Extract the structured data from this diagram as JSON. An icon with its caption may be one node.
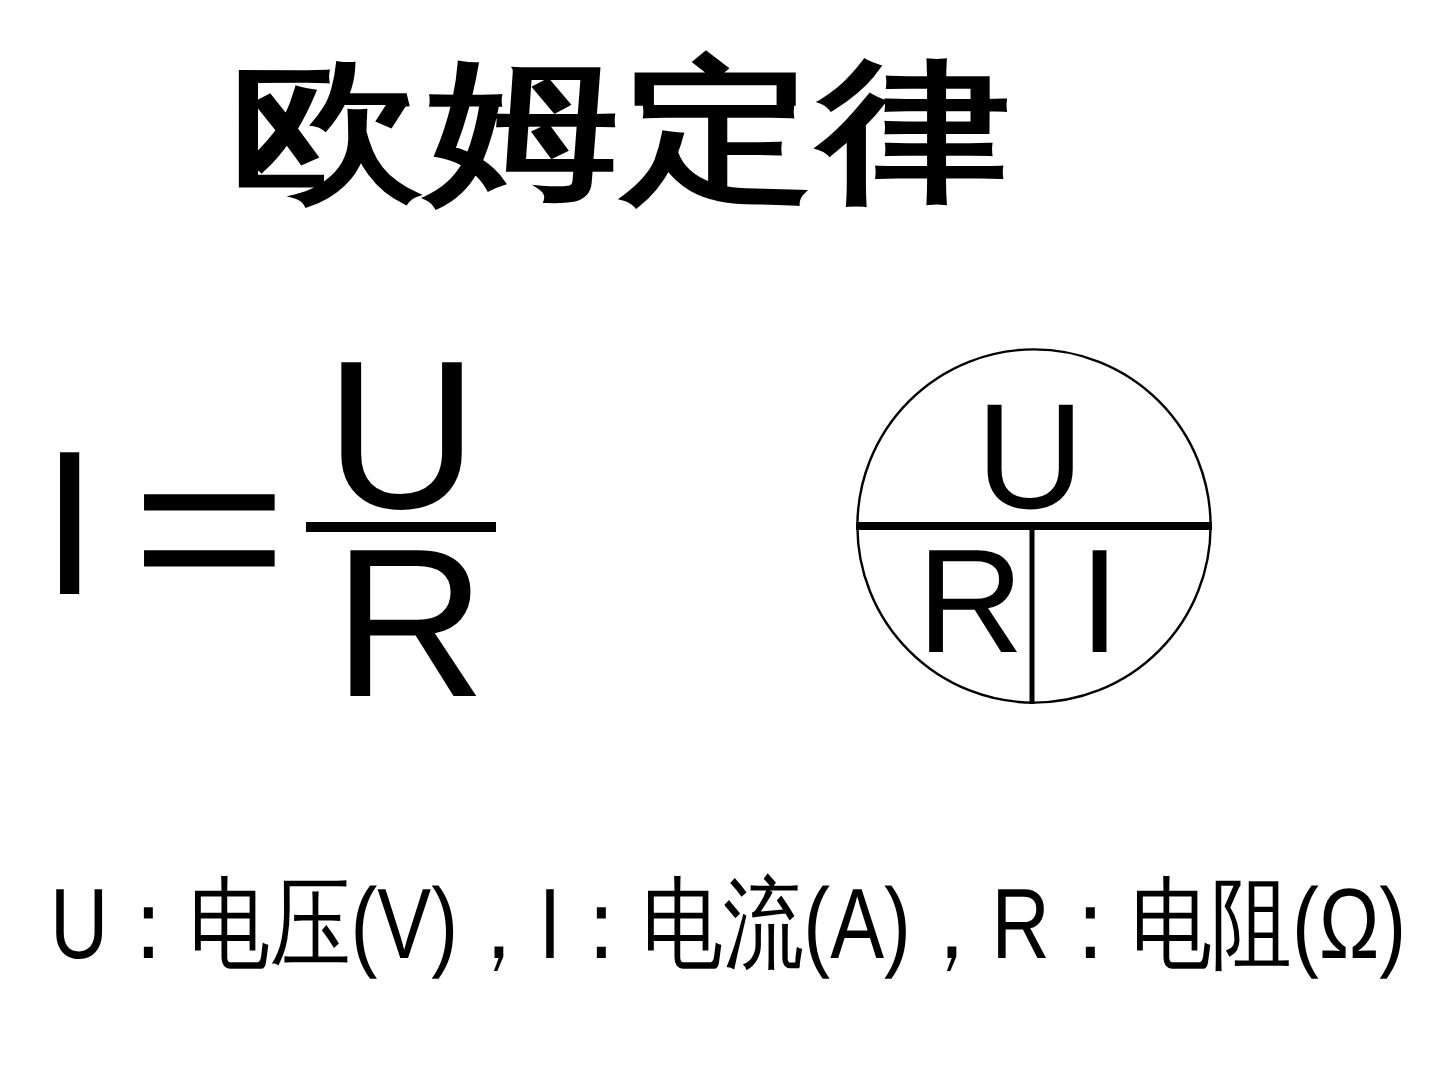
{
  "diagram": {
    "title": "欧姆定律",
    "nodes": [
      {
        "text": [
          "U",
          "R",
          "I"
        ]
      }
    ],
    "labels": [
      "I",
      "=",
      "U",
      "R",
      "U：电压(V)，I：电流(A)，R：电阻(Ω)"
    ]
  }
}
